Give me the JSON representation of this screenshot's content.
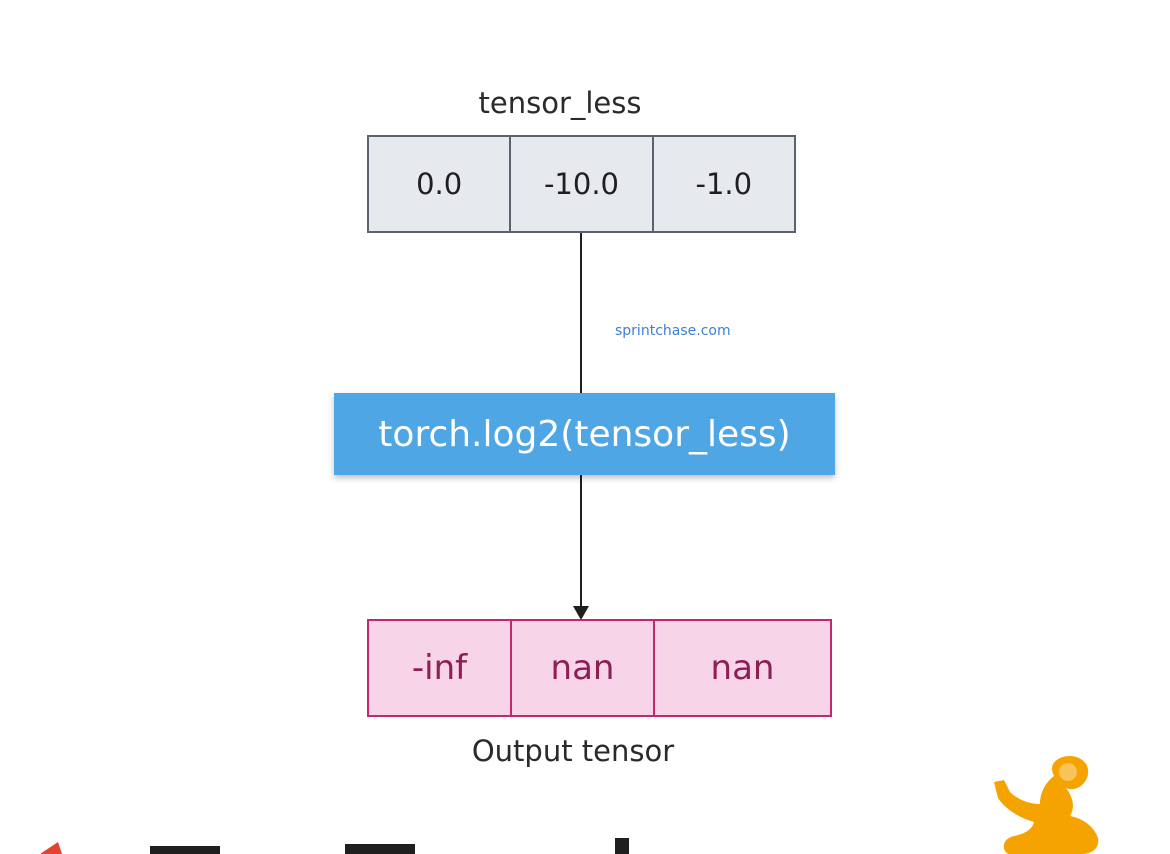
{
  "input": {
    "title": "tensor_less",
    "values": [
      "0.0",
      "-10.0",
      "-1.0"
    ]
  },
  "watermark": "sprintchase.com",
  "function_call": "torch.log2(tensor_less)",
  "output": {
    "title": "Output tensor",
    "values": [
      "-inf",
      "nan",
      "nan"
    ]
  },
  "colors": {
    "input_fill": "#e6e9ee",
    "input_border": "#5c6370",
    "function_fill": "#4fa6e4",
    "output_fill": "#f7d4e8",
    "output_border": "#c2286e",
    "output_text": "#8b1f56",
    "watermark": "#3d7fd6",
    "logo_accent": "#f5a300"
  }
}
